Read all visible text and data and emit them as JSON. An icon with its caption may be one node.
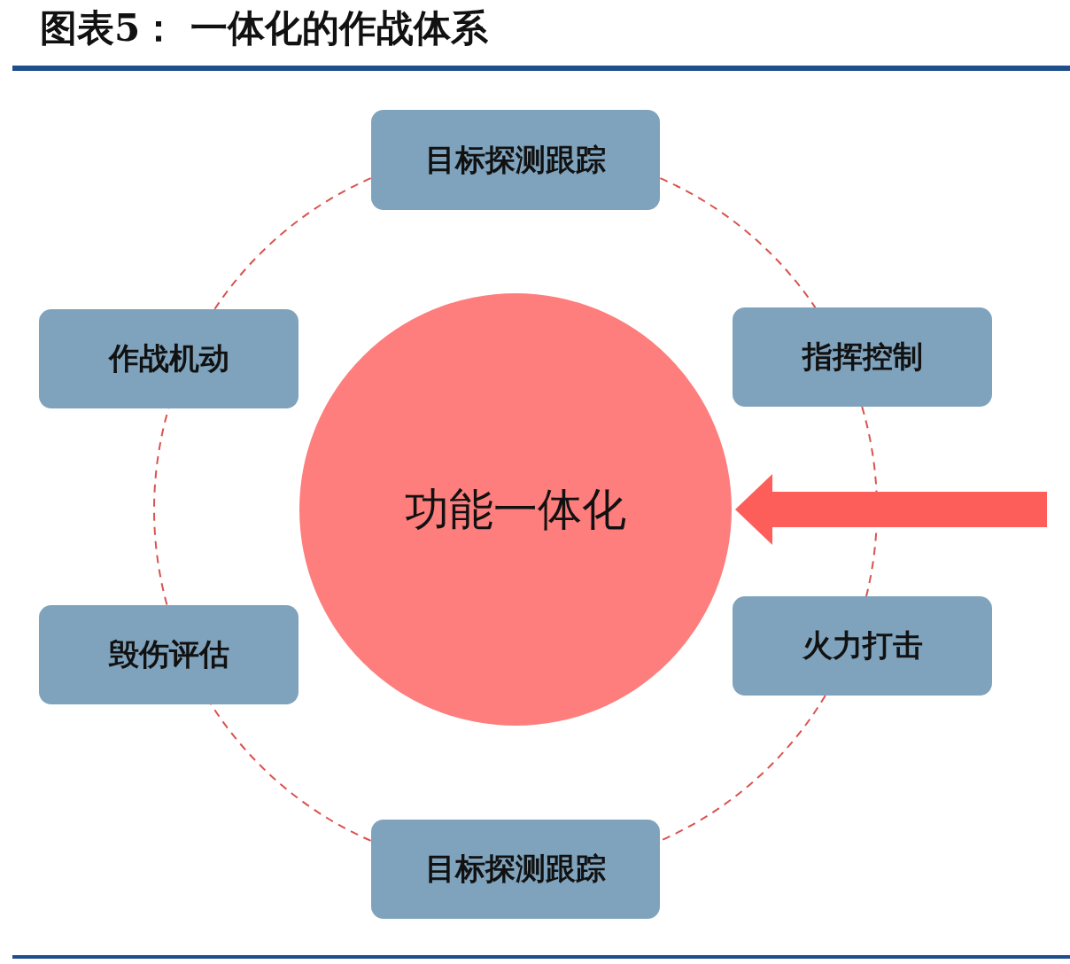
{
  "diagram": {
    "title": "图表5： 一体化的作战体系",
    "nodes": [
      {
        "text": [
          "目标探测跟踪"
        ]
      },
      {
        "text": [
          "作战机动"
        ]
      },
      {
        "text": [
          "指挥控制"
        ]
      },
      {
        "text": [
          "功能一体化"
        ]
      },
      {
        "text": [
          "毁伤评估"
        ]
      },
      {
        "text": [
          "火力打击"
        ]
      },
      {
        "text": [
          "目标探测跟踪"
        ]
      }
    ],
    "edges": [
      {
        "from": 0,
        "to": 2,
        "arrow": "none",
        "style": "dashed"
      },
      {
        "from": 2,
        "to": 5,
        "arrow": "none",
        "style": "dashed"
      },
      {
        "from": 5,
        "to": 6,
        "arrow": "none",
        "style": "dashed"
      },
      {
        "from": 6,
        "to": 4,
        "arrow": "none",
        "style": "dashed"
      },
      {
        "from": 4,
        "to": 1,
        "arrow": "none",
        "style": "dashed"
      },
      {
        "from": 1,
        "to": 0,
        "arrow": "none",
        "style": "dashed"
      },
      {
        "from": null,
        "to": 3,
        "arrow": "to"
      }
    ]
  }
}
